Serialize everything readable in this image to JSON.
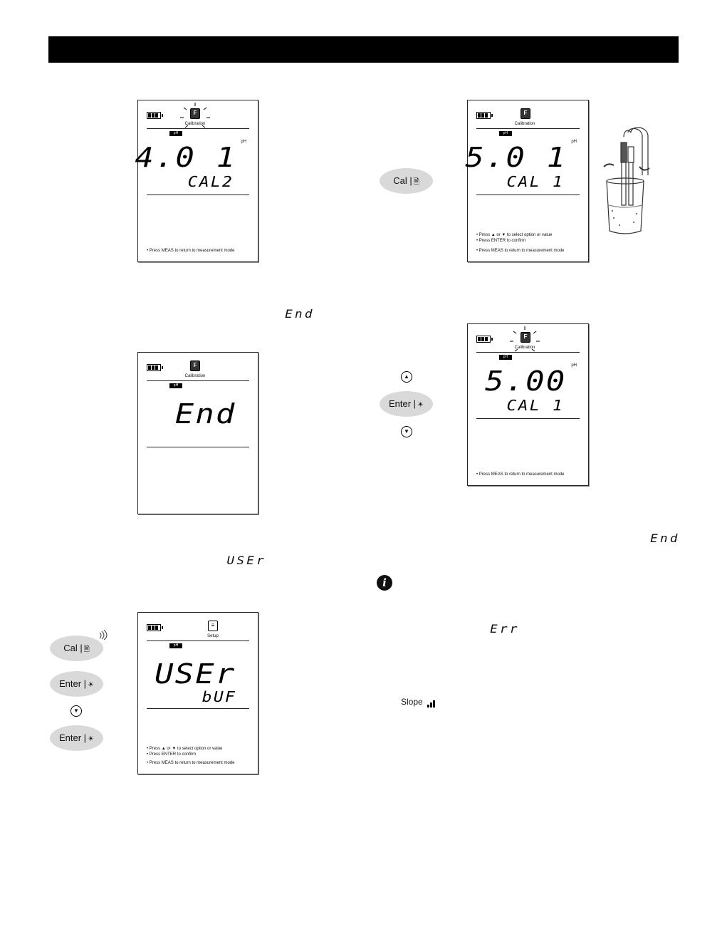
{
  "lcd": {
    "mode_calibration": "Calibration",
    "mode_setup": "Setup",
    "ph_tag": "pH",
    "unit": "pH",
    "note_meas": "• Press MEAS to return to measurement mode",
    "note_select": "• Press ▲ or ▼ to select option or value",
    "note_enter": "• Press ENTER to confirm"
  },
  "screen1": {
    "value": "4.0 1",
    "sub": "CAL2"
  },
  "screen2": {
    "value": "5.0 1",
    "sub": "CAL 1"
  },
  "screen3": {
    "value": "End"
  },
  "screen4": {
    "value": "5.00",
    "sub": "CAL 1"
  },
  "screen5": {
    "value": "USEr",
    "sub": "bUF"
  },
  "buttons": {
    "cal": "Cal |",
    "enter": "Enter |",
    "cal_icon": "🗎",
    "enter_icon": "☀",
    "up_icon": "▲",
    "down_icon": "▼"
  },
  "inline": {
    "end1": "End",
    "user": "USEr",
    "end2": "End",
    "err": "Err",
    "slope": "Slope",
    "info_icon": "i"
  }
}
